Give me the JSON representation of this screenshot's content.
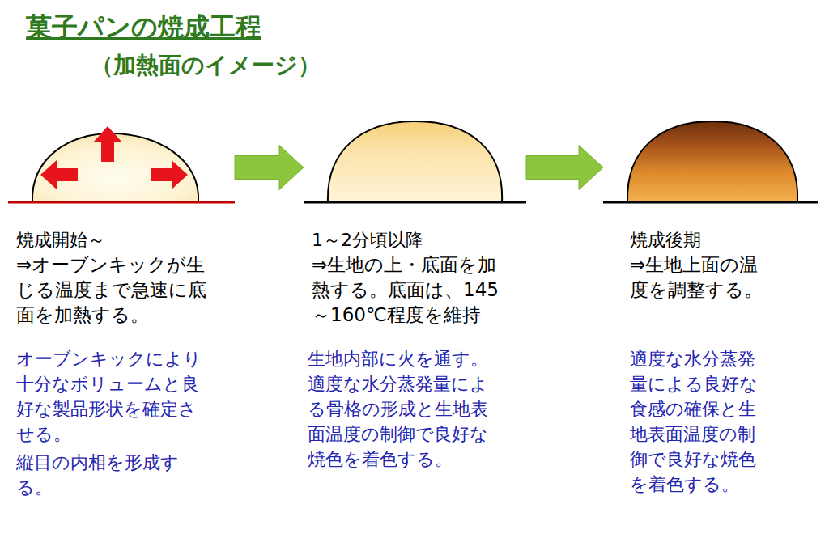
{
  "diagram": {
    "title": "菓子パンの焼成工程",
    "nodes": [
      {
        "text": [
          "焼成開始～",
          "⇒オーブンキックが生じる温度まで急速に底面を加熱する。",
          "オーブンキックにより十分なボリュームと良好な製品形状を確定させる。",
          "縦目の内相を形成する。"
        ]
      },
      {
        "text": [
          "1～2分頃以降",
          "⇒生地の上・底面を加熱する。底面は、145～160℃程度を維持",
          "生地内部に火を通す。",
          "適度な水分蒸発量による骨格の形成と生地表面温度の制御で良好な焼色を着色する。"
        ]
      },
      {
        "text": [
          "焼成後期",
          "⇒生地上面の温度を調整する。",
          "適度な水分蒸発量による良好な食感の確保と生地表面温度の制御で良好な焼色を着色する。"
        ]
      }
    ],
    "edges": [
      {
        "from": 0,
        "to": 1,
        "arrow": "to"
      },
      {
        "from": 1,
        "to": 2,
        "arrow": "to"
      }
    ],
    "labels": [
      "（加熱面のイメージ）"
    ]
  }
}
